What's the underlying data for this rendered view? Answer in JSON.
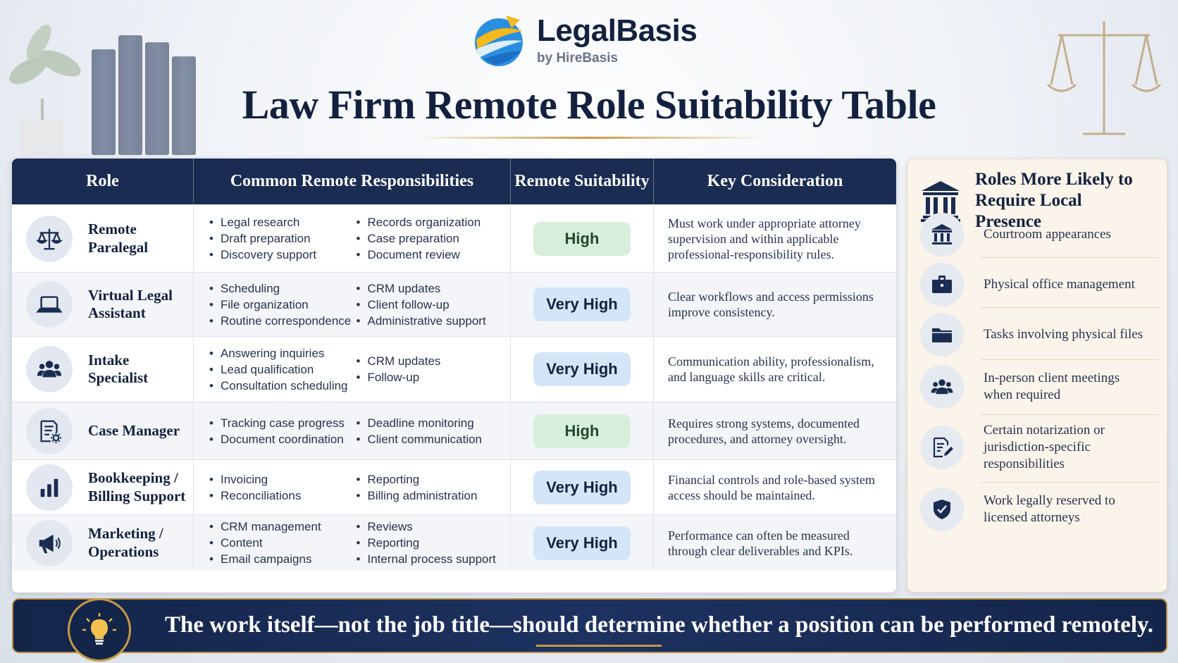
{
  "brand": {
    "name": "LegalBasis",
    "subtitle": "by HireBasis",
    "logo_icon": "swoosh-globe-icon"
  },
  "title": "Law Firm Remote Role Suitability Table",
  "table": {
    "headers": [
      "Role",
      "Common Remote Responsibilities",
      "Remote Suitability",
      "Key Consideration"
    ],
    "rows": [
      {
        "role": "Remote Paralegal",
        "icon": "scales-icon",
        "resp_left": [
          "Legal research",
          "Draft preparation",
          "Discovery support"
        ],
        "resp_right": [
          "Records organization",
          "Case preparation",
          "Document review"
        ],
        "suitability": "High",
        "consideration": "Must work under appropriate attorney supervision and within applicable professional-responsibility rules."
      },
      {
        "role": "Virtual Legal Assistant",
        "icon": "laptop-icon",
        "resp_left": [
          "Scheduling",
          "File organization",
          "Routine correspondence"
        ],
        "resp_right": [
          "CRM updates",
          "Client follow-up",
          "Administrative support"
        ],
        "suitability": "Very High",
        "consideration": "Clear workflows and access permissions improve consistency."
      },
      {
        "role": "Intake Specialist",
        "icon": "people-icon",
        "resp_left": [
          "Answering inquiries",
          "Lead qualification",
          "Consultation scheduling"
        ],
        "resp_right": [
          "CRM updates",
          "Follow-up"
        ],
        "suitability": "Very High",
        "consideration": "Communication ability, professionalism, and language skills are critical."
      },
      {
        "role": "Case Manager",
        "icon": "document-gear-icon",
        "resp_left": [
          "Tracking case progress",
          "Document coordination"
        ],
        "resp_right": [
          "Deadline monitoring",
          "Client communication"
        ],
        "suitability": "High",
        "consideration": "Requires strong systems, documented procedures, and attorney oversight."
      },
      {
        "role": "Bookkeeping / Billing Support",
        "icon": "bar-chart-icon",
        "resp_left": [
          "Invoicing",
          "Reconciliations"
        ],
        "resp_right": [
          "Reporting",
          "Billing administration"
        ],
        "suitability": "Very High",
        "consideration": "Financial controls and role-based system access should be maintained."
      },
      {
        "role": "Marketing / Operations",
        "icon": "megaphone-icon",
        "resp_left": [
          "CRM management",
          "Content",
          "Email campaigns"
        ],
        "resp_right": [
          "Reviews",
          "Reporting",
          "Internal process support"
        ],
        "suitability": "Very High",
        "consideration": "Performance can often be measured through clear deliverables and KPIs."
      }
    ]
  },
  "side_panel": {
    "title": "Roles More Likely to Require Local Presence",
    "title_icon": "courthouse-icon",
    "items": [
      {
        "text": "Courtroom appearances",
        "icon": "courthouse-icon"
      },
      {
        "text": "Physical office management",
        "icon": "briefcase-icon"
      },
      {
        "text": "Tasks involving physical files",
        "icon": "folder-icon"
      },
      {
        "text": "In-person client meetings when required",
        "icon": "people-icon"
      },
      {
        "text": "Certain notarization or jurisdiction-specific responsibilities",
        "icon": "document-pen-icon"
      },
      {
        "text": "Work legally reserved to licensed attorneys",
        "icon": "shield-check-icon"
      }
    ]
  },
  "banner": {
    "text": "The work itself—not the job title—should determine whether a position can be performed remotely.",
    "icon": "lightbulb-icon"
  },
  "colors": {
    "navy": "#1a2c52",
    "gold": "#c49a45",
    "high_badge": "#d8eedc",
    "very_high_badge": "#d4e5f7",
    "side_bg": "#fbf4ea"
  }
}
